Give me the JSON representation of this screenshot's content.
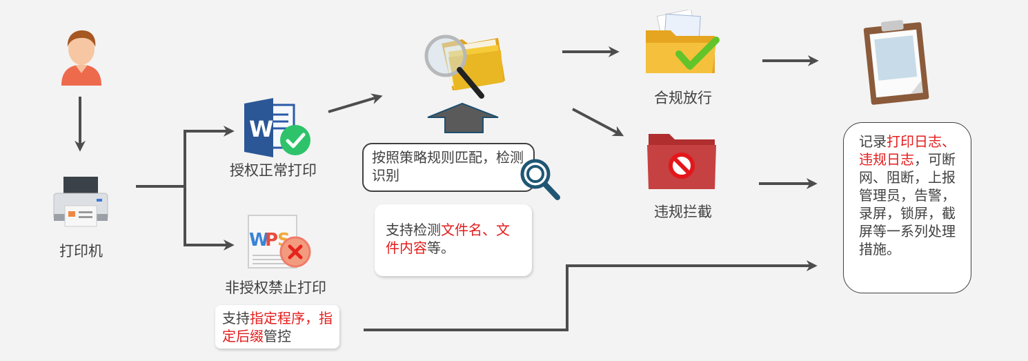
{
  "nodes": {
    "printer": "打印机",
    "authorized": "授权正常打印",
    "unauthorized": "非授权禁止打印",
    "compliant": "合规放行",
    "violation": "违规拦截"
  },
  "match_box": {
    "text": "按照策略规则匹配，检测识别"
  },
  "detect_box": {
    "pre": "支持检测",
    "highlight": "文件名、文件内容",
    "post": "等。"
  },
  "program_box": {
    "pre": "支持",
    "highlight": "指定程序，指定后缀",
    "post": "管控"
  },
  "record_box": {
    "pre": "记录",
    "highlight": "打印日志、违规日志",
    "post": "，可断网、阻断，上报管理员，告警，录屏，锁屏，截屏等一系列处理措施。"
  },
  "icons": [
    "user-icon",
    "printer-icon",
    "word-document-icon",
    "green-check-badge-icon",
    "wps-document-icon",
    "red-cross-badge-icon",
    "folder-magnifier-icon",
    "magnifier-icon",
    "folder-check-icon",
    "folder-forbidden-icon",
    "clipboard-log-icon"
  ],
  "colors": {
    "highlight": "#e41b1b",
    "arrow": "#4d4d4d",
    "text": "#404040",
    "box_border": "#404040"
  }
}
